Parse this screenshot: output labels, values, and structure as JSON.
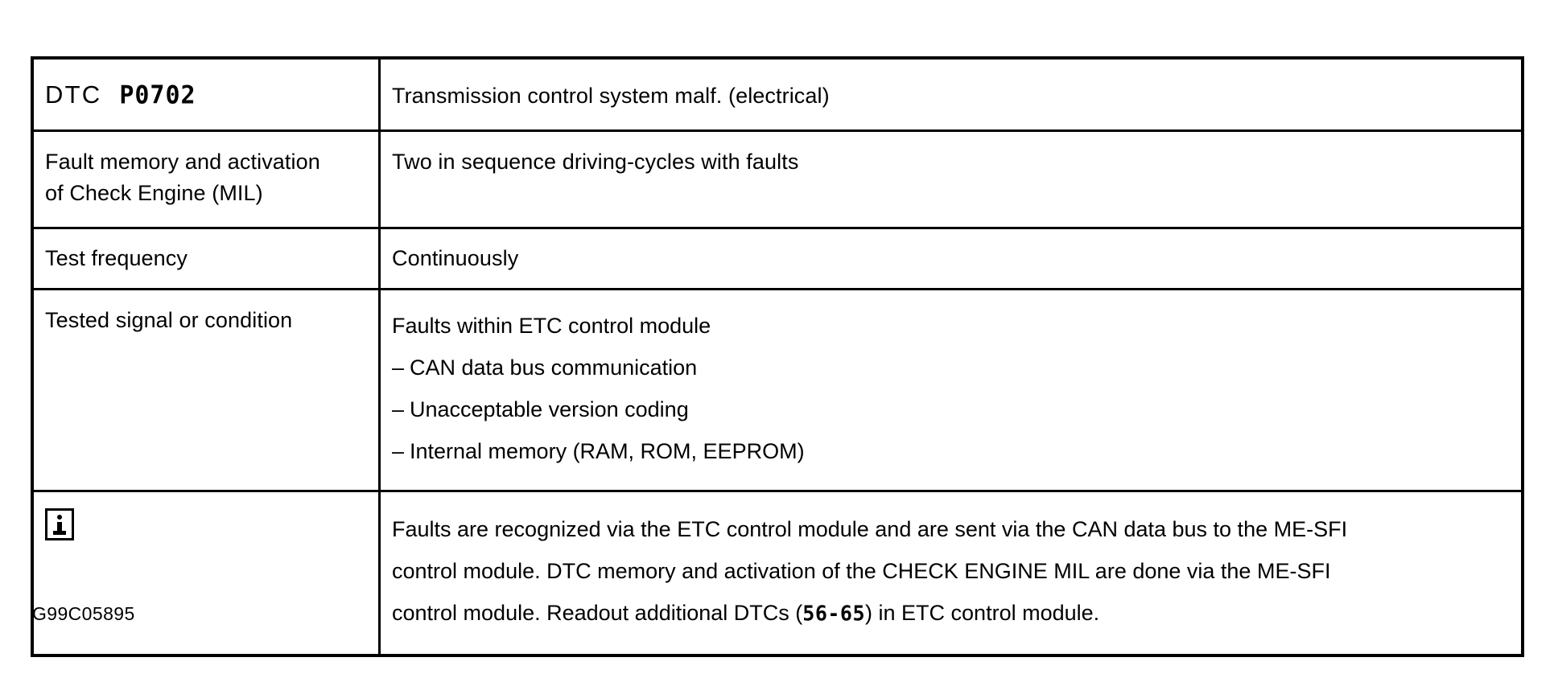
{
  "document": {
    "footer_id": "G99C05895"
  },
  "table": {
    "rows": [
      {
        "label_prefix": "DTC",
        "label_code": "P0702",
        "value": "Transmission control system malf. (electrical)"
      },
      {
        "label_line1": "Fault memory and activation",
        "label_line2": "of Check Engine (MIL)",
        "value": "Two in sequence driving-cycles with faults"
      },
      {
        "label": "Test frequency",
        "value": "Continuously"
      },
      {
        "label": "Tested signal or condition",
        "value_heading": "Faults within ETC control module",
        "bullets": [
          "CAN data bus communication",
          "Unacceptable version coding",
          "Internal memory (RAM, ROM, EEPROM)"
        ],
        "dash": "–"
      },
      {
        "icon": "info-icon",
        "note_line1": "Faults are recognized via the ETC control module and are sent via the CAN data bus to the ME-SFI",
        "note_line2": "control module.  DTC memory and activation of the CHECK ENGINE MIL are done via the ME-SFI",
        "note_line3_pre": "control module.  Readout additional DTCs (",
        "note_line3_code": "56-65",
        "note_line3_post": ") in ETC control module."
      }
    ]
  }
}
